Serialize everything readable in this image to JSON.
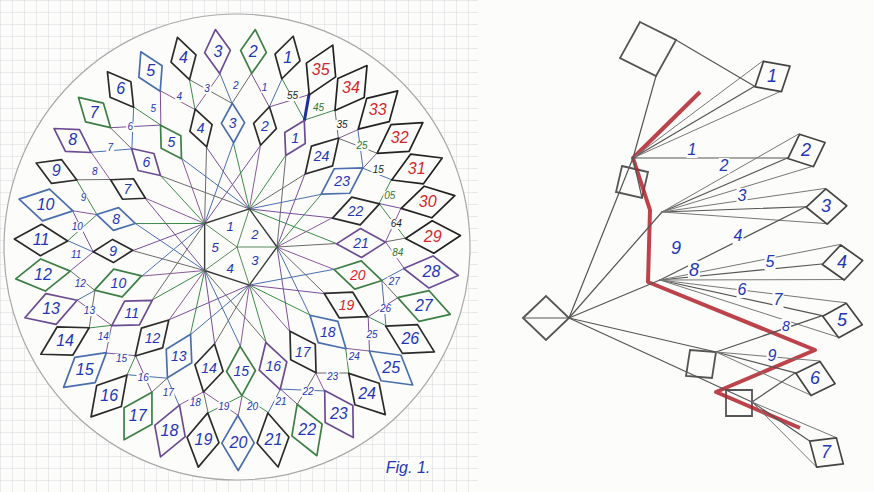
{
  "diagram": {
    "caption": "Fig. 1.",
    "nodes": [
      {
        "text": [
          "1"
        ]
      },
      {
        "text": [
          "2"
        ]
      },
      {
        "text": [
          "3"
        ]
      },
      {
        "text": [
          "4"
        ]
      },
      {
        "text": [
          "5"
        ]
      },
      {
        "text": [
          "6"
        ]
      },
      {
        "text": [
          "7"
        ]
      },
      {
        "text": [
          "8"
        ]
      },
      {
        "text": [
          "9"
        ]
      },
      {
        "text": [
          "10"
        ]
      },
      {
        "text": [
          "11"
        ]
      },
      {
        "text": [
          "12"
        ]
      },
      {
        "text": [
          "13"
        ]
      },
      {
        "text": [
          "14"
        ]
      },
      {
        "text": [
          "15"
        ]
      },
      {
        "text": [
          "16"
        ]
      },
      {
        "text": [
          "17"
        ]
      },
      {
        "text": [
          "18"
        ]
      },
      {
        "text": [
          "19"
        ]
      },
      {
        "text": [
          "20"
        ]
      },
      {
        "text": [
          "21"
        ]
      },
      {
        "text": [
          "22"
        ]
      },
      {
        "text": [
          "23"
        ]
      },
      {
        "text": [
          "24"
        ]
      },
      {
        "text": [
          "25"
        ]
      },
      {
        "text": [
          "26"
        ]
      },
      {
        "text": [
          "27"
        ]
      },
      {
        "text": [
          "28"
        ]
      },
      {
        "text": [
          "29"
        ]
      },
      {
        "text": [
          "30"
        ]
      },
      {
        "text": [
          "31"
        ]
      },
      {
        "text": [
          "32"
        ]
      },
      {
        "text": [
          "33"
        ]
      },
      {
        "text": [
          "34"
        ]
      },
      {
        "text": [
          "35"
        ]
      },
      {
        "text": [
          "1"
        ]
      },
      {
        "text": [
          "2"
        ]
      },
      {
        "text": [
          "3"
        ]
      },
      {
        "text": [
          "4"
        ]
      },
      {
        "text": [
          "5"
        ]
      },
      {
        "text": [
          "6"
        ]
      },
      {
        "text": [
          "7"
        ]
      },
      {
        "text": [
          "8"
        ]
      },
      {
        "text": [
          "9"
        ]
      },
      {
        "text": [
          "10"
        ]
      },
      {
        "text": [
          "11"
        ]
      },
      {
        "text": [
          "12"
        ]
      },
      {
        "text": [
          "13"
        ]
      },
      {
        "text": [
          "14"
        ]
      },
      {
        "text": [
          "15"
        ]
      },
      {
        "text": [
          "16"
        ]
      },
      {
        "text": [
          "17"
        ]
      },
      {
        "text": [
          "18"
        ]
      },
      {
        "text": [
          "19"
        ]
      },
      {
        "text": [
          "20"
        ]
      },
      {
        "text": [
          "21"
        ]
      },
      {
        "text": [
          "22"
        ]
      },
      {
        "text": [
          "23"
        ]
      },
      {
        "text": [
          "24"
        ]
      },
      {
        "text": [
          "1"
        ]
      },
      {
        "text": [
          "2"
        ]
      },
      {
        "text": [
          "3"
        ]
      },
      {
        "text": [
          "4"
        ]
      },
      {
        "text": [
          "5"
        ]
      },
      {
        "text": [
          "6"
        ]
      },
      {
        "text": [
          "7"
        ]
      }
    ],
    "labels": [
      "1",
      "2",
      "3",
      "4",
      "5",
      "1",
      "2",
      "3",
      "4",
      "5",
      "6",
      "7",
      "8",
      "9",
      "10",
      "11",
      "12",
      "13",
      "14",
      "15",
      "16",
      "17",
      "18",
      "19",
      "20",
      "21",
      "22",
      "23",
      "24",
      "25",
      "26",
      "27",
      "84",
      "64",
      "05",
      "15",
      "25",
      "35",
      "45",
      "55",
      "1",
      "2",
      "3",
      "4",
      "5",
      "6",
      "7",
      "8",
      "9",
      "9",
      "8"
    ]
  }
}
